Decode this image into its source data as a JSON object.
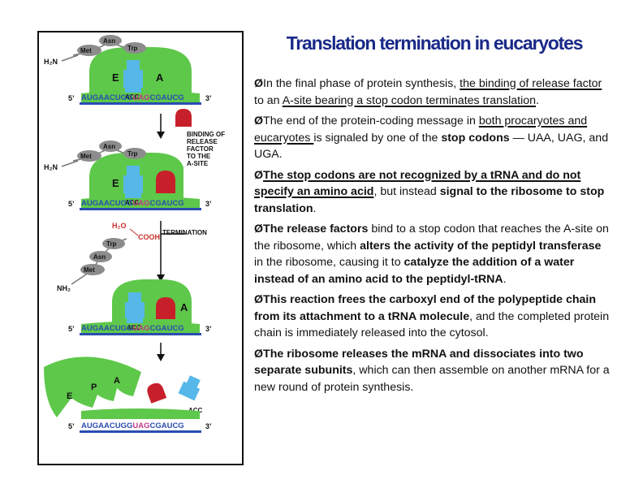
{
  "title": "Translation termination in eucaryotes",
  "figure": {
    "codon": {
      "a": "AUGAACUGG",
      "b": "UAG",
      "c": "CGAUCG"
    },
    "label_5": "5’",
    "label_3": "3’",
    "label_h2n": "H₂N",
    "label_nh2": "NH₂",
    "aa_met": "Met",
    "aa_asn": "Asn",
    "aa_trp": "Trp",
    "site_e": "E",
    "site_a": "A",
    "site_p": "P",
    "acc": "ACC",
    "binding_line1": "BINDING OF",
    "binding_line2": "RELEASE",
    "binding_line3": "FACTOR",
    "binding_line4": "TO THE",
    "binding_line5": "A-SITE",
    "h2o": "H₂O",
    "cooh": "COOH",
    "termination": "TERMINATION",
    "colors": {
      "ribosome": "#5ec84a",
      "mrna": "#2a4db0",
      "stop": "#c03a8a",
      "trna": "#56b8e8",
      "release_factor": "#c8202a",
      "aa": "#8c8c8c",
      "label_red": "#c8302a"
    }
  },
  "bullets": [
    {
      "p1": "In the final phase of protein synthesis, ",
      "u1": "the binding of release factor ",
      "p2": "to an ",
      "u2": "A-site bearing a stop codon terminates translation",
      "p3": "."
    },
    {
      "p1": "The end of the protein-coding message in ",
      "u1": "both procaryotes and eucaryotes ",
      "p2": "is signaled by one of the ",
      "b1": "stop codons",
      "p3": " — UAA, UAG, and UGA."
    },
    {
      "u1": "The stop codons are not recognized by a tRNA and do not specify an amino acid",
      "p1": ", but instead ",
      "b1": "signal to the ribosome to stop translation",
      "p2": "."
    },
    {
      "b1": "The release factors",
      "p1": " bind to a stop codon that reaches the A-site on the ribosome, which ",
      "b2": "alters the activity of the peptidyl transferase",
      "p2": " in the ribosome, causing it to ",
      "b3": "catalyze the addition of a water instead of an amino acid to the peptidyl-tRNA",
      "p3": "."
    },
    {
      "b1": "This reaction frees the carboxyl end of the polypeptide chain from its attachment to a tRNA molecule",
      "p1": ", and the completed protein chain is immediately released into the cytosol."
    },
    {
      "b1": "The ribosome releases the mRNA and dissociates into two separate subunits",
      "p1": ", which can then assemble on another mRNA for a new round of protein synthesis."
    }
  ]
}
